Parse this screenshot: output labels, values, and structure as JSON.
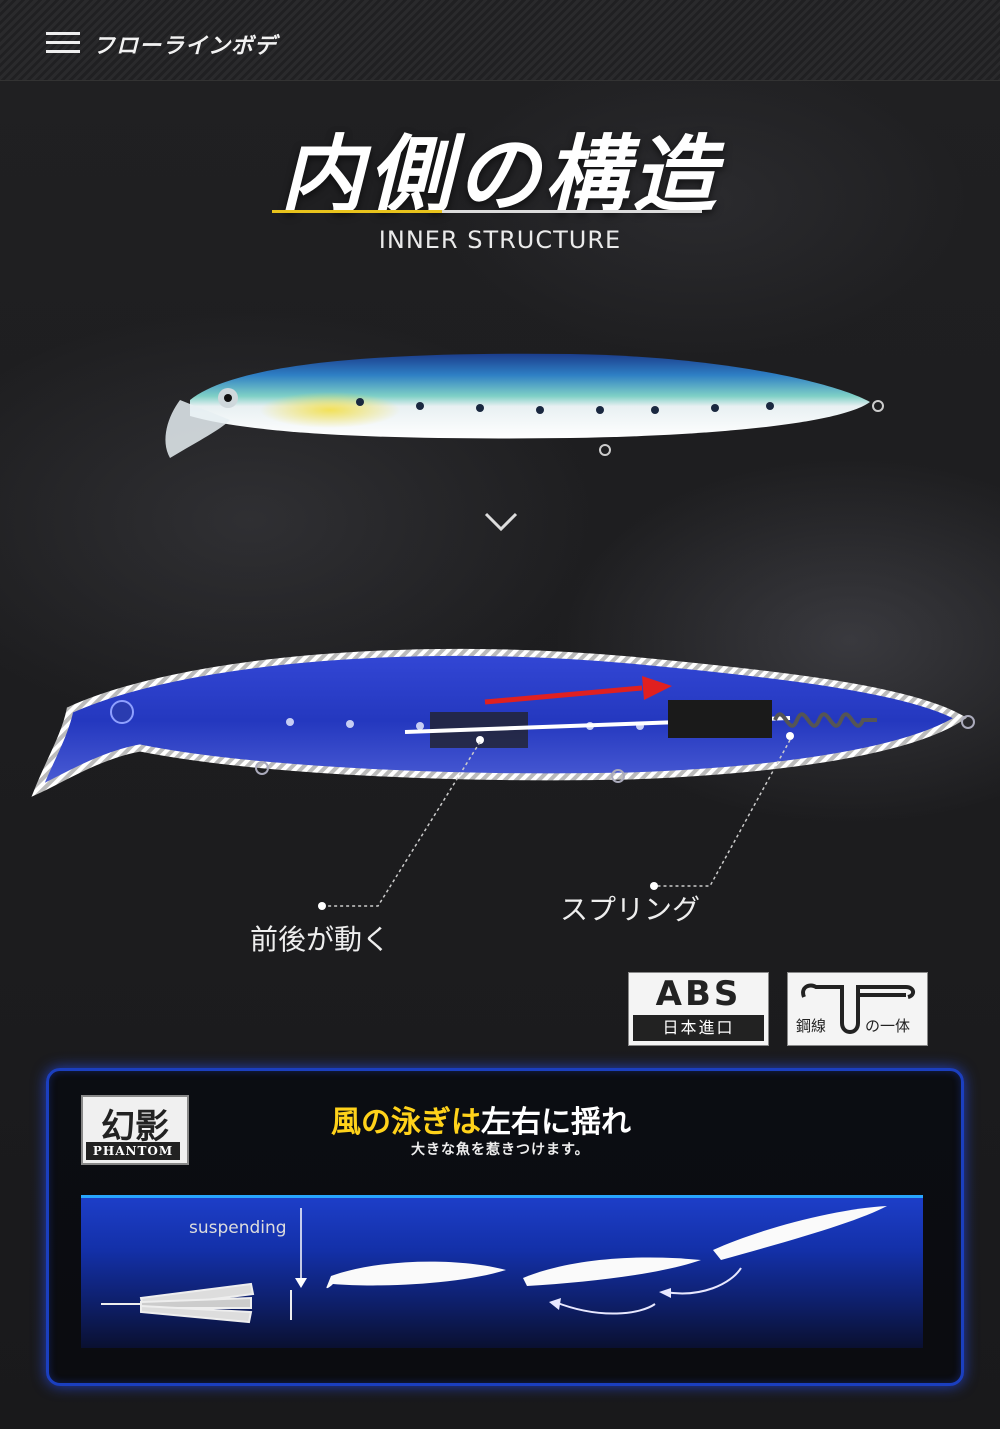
{
  "topbar": {
    "menu_icon": "hamburger-menu-icon",
    "title": "フローラインボデ"
  },
  "header": {
    "title": "内側の構造",
    "subtitle": "INNER STRUCTURE",
    "accent_color": "#e8c31c"
  },
  "divider": {
    "icon": "chevron-down-icon"
  },
  "callouts": {
    "moving": "前後が動く",
    "spring": "スプリング"
  },
  "badges": {
    "abs": {
      "top": "ABS",
      "bottom": "日本進口"
    },
    "wire": {
      "icon": "steel-wire-icon",
      "left": "鋼線",
      "right": "の一体"
    }
  },
  "panel": {
    "logo": {
      "kanji": "幻影",
      "english": "PHANTOM"
    },
    "headline_yellow": "風の泳ぎは",
    "headline_white": "左右に揺れ",
    "subline": "大きな魚を惹きつけます。",
    "suspending_label": "suspending",
    "border_color": "#1b3fbf",
    "water_color": "#1d3ec8"
  }
}
